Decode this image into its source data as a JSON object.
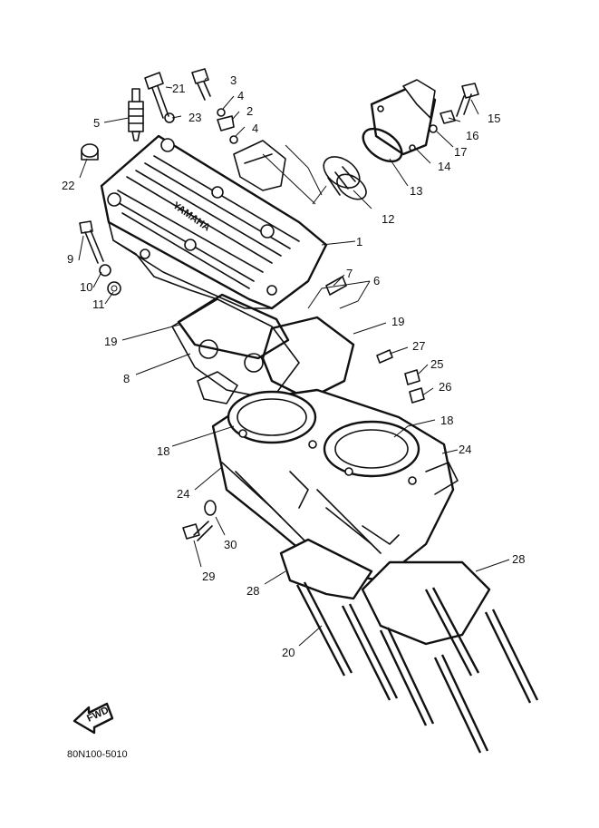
{
  "diagram": {
    "drawing_code": "80N100-5010",
    "fwd_label": "FWD",
    "brand_mark": "YAMAHA",
    "callouts": {
      "c1": "1",
      "c2": "2",
      "c3": "3",
      "c4a": "4",
      "c4b": "4",
      "c5": "5",
      "c6": "6",
      "c7": "7",
      "c8": "8",
      "c9": "9",
      "c10": "10",
      "c11": "11",
      "c12": "12",
      "c13": "13",
      "c14": "14",
      "c15": "15",
      "c16": "16",
      "c17": "17",
      "c18a": "18",
      "c18b": "18",
      "c19a": "19",
      "c19b": "19",
      "c20": "20",
      "c21": "21",
      "c22": "22",
      "c23": "23",
      "c24a": "24",
      "c24b": "24",
      "c25": "25",
      "c26": "26",
      "c27": "27",
      "c28a": "28",
      "c28b": "28",
      "c29": "29",
      "c30": "30"
    }
  }
}
